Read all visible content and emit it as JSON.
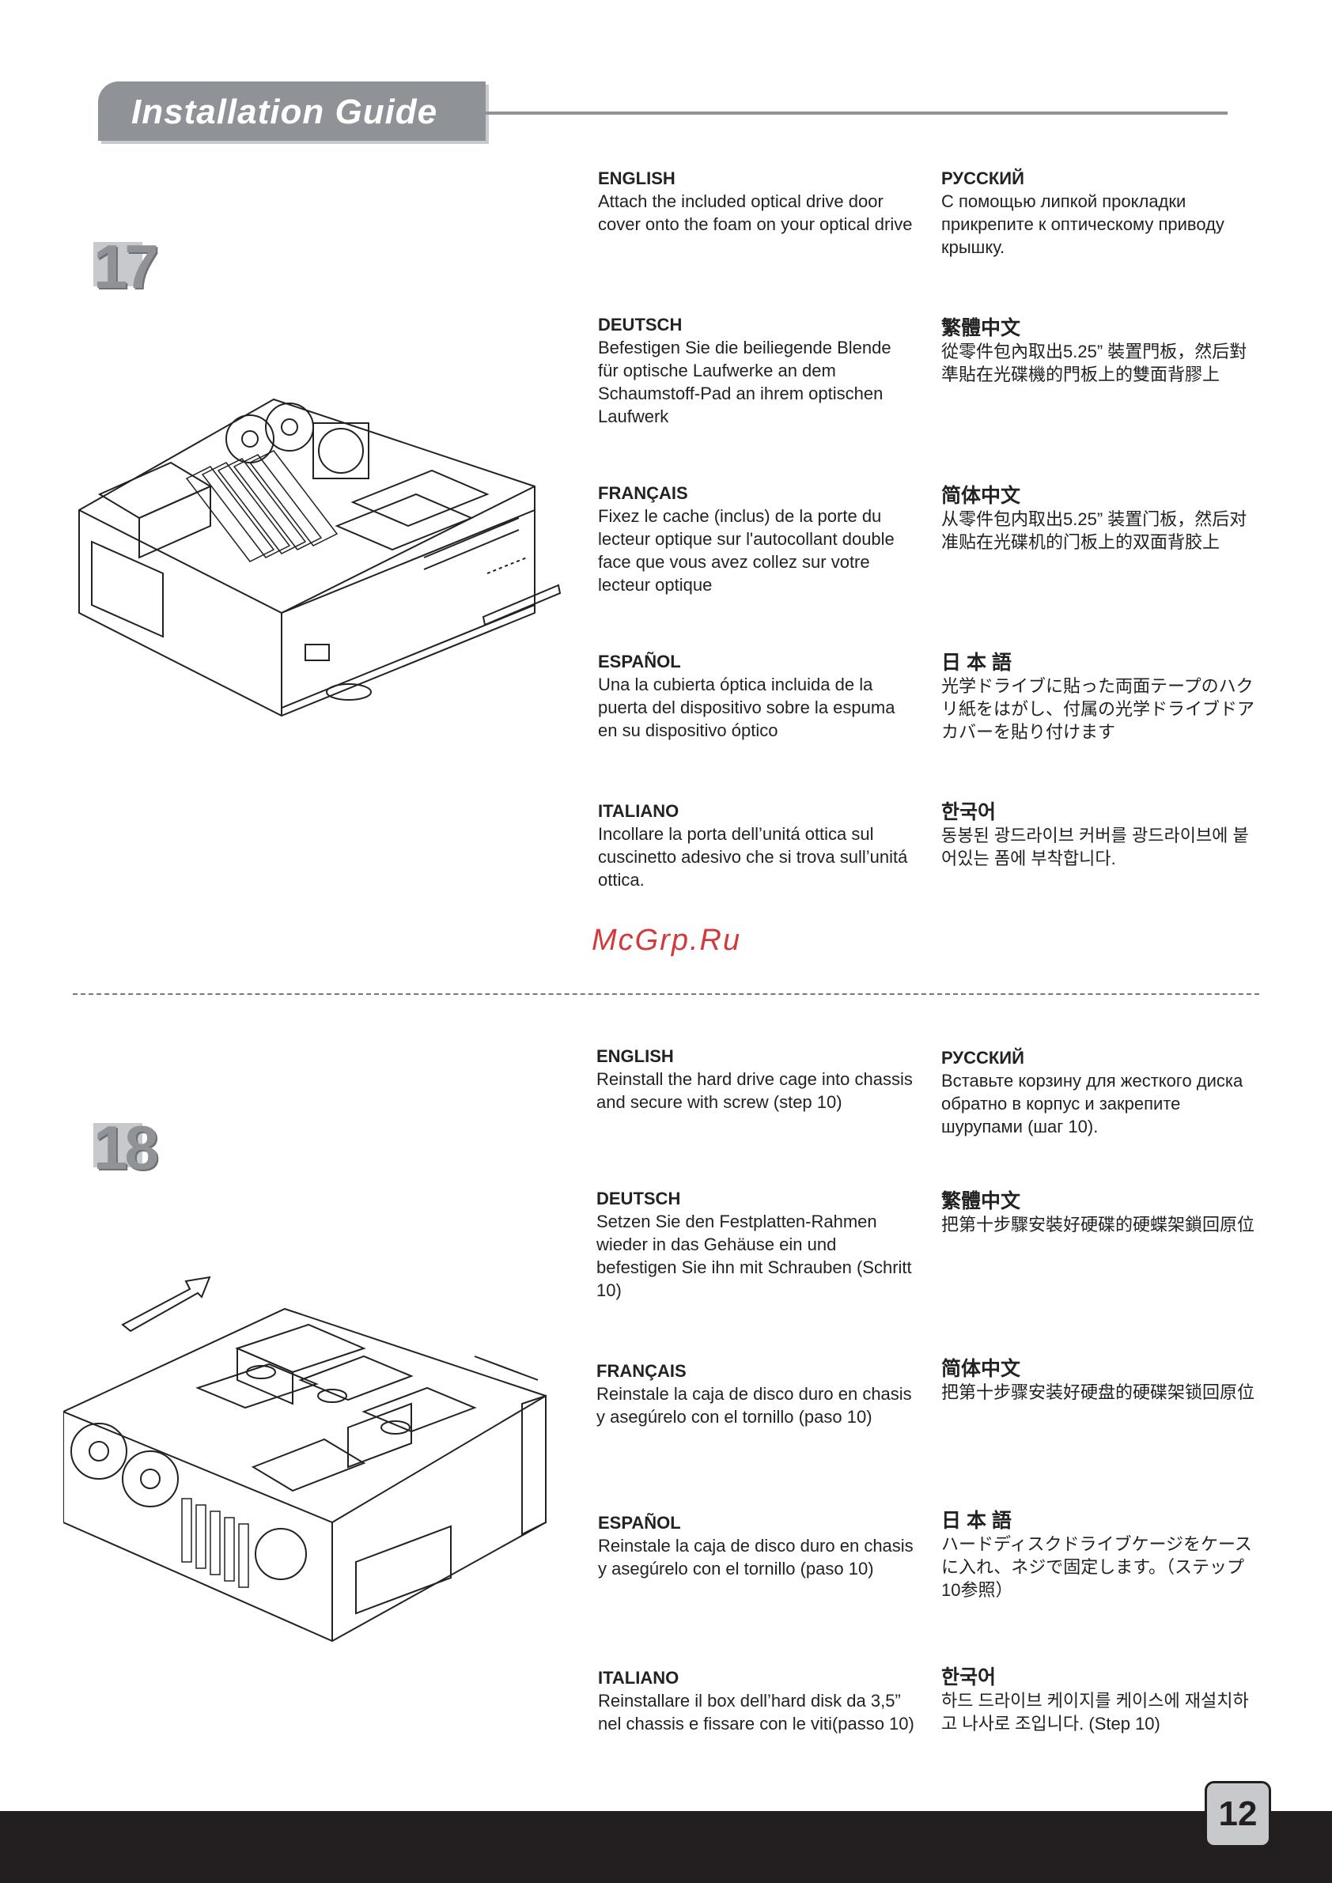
{
  "header": {
    "title": "Installation Guide"
  },
  "watermark": "McGrp.Ru",
  "page_number": "12",
  "steps": [
    {
      "number": "17",
      "blocks": [
        {
          "lang": "ENGLISH",
          "text": "Attach the included optical drive door cover onto the foam on your optical drive"
        },
        {
          "lang": "РУССКИЙ",
          "text": "С помощью липкой прокладки прикрепите к оптическому приводу крышку."
        },
        {
          "lang": "DEUTSCH",
          "text": "Befestigen Sie die beiliegende Blende für optische Laufwerke an dem Schaumstoff-Pad an ihrem optischen Laufwerk"
        },
        {
          "lang": "繁體中文",
          "text": "從零件包內取出5.25” 裝置門板，然后對準貼在光碟機的門板上的雙面背膠上"
        },
        {
          "lang": "FRANÇAIS",
          "text": "Fixez le cache (inclus) de la porte du lecteur optique sur l'autocollant double face que vous avez collez sur votre lecteur optique"
        },
        {
          "lang": "简体中文",
          "text": "从零件包内取出5.25” 装置门板，然后对准贴在光碟机的门板上的双面背胶上"
        },
        {
          "lang": "ESPAÑOL",
          "text": "Una la cubierta óptica incluida de la puerta del dispositivo sobre la espuma en su dispositivo óptico"
        },
        {
          "lang": "日 本 語",
          "text": "光学ドライブに貼った両面テープのハクリ紙をはがし、付属の光学ドライブドアカバーを貼り付けます"
        },
        {
          "lang": "ITALIANO",
          "text": "Incollare la porta dell’unitá ottica sul cuscinetto adesivo che si trova sull’unitá ottica."
        },
        {
          "lang": "한국어",
          "text": "동봉된 광드라이브 커버를 광드라이브에 붙어있는 폼에 부착합니다."
        }
      ]
    },
    {
      "number": "18",
      "blocks": [
        {
          "lang": "ENGLISH",
          "text": "Reinstall the hard drive cage into chassis and secure with screw (step 10)"
        },
        {
          "lang": "РУССКИЙ",
          "text": "Вставьте корзину для жесткого диска обратно в корпус и закрепите шурупами (шаг 10)."
        },
        {
          "lang": "DEUTSCH",
          "text": "Setzen Sie den Festplatten-Rahmen wieder in das Gehäuse ein und befestigen Sie ihn mit Schrauben (Schritt 10)"
        },
        {
          "lang": "繁體中文",
          "text": "把第十步驟安裝好硬碟的硬蝶架鎖回原位"
        },
        {
          "lang": "FRANÇAIS",
          "text": "Reinstale la caja de disco duro en chasis y asegúrelo con el tornillo (paso 10)"
        },
        {
          "lang": "简体中文",
          "text": "把第十步骤安装好硬盘的硬碟架锁回原位"
        },
        {
          "lang": "ESPAÑOL",
          "text": "Reinstale la caja de disco duro en chasis y asegúrelo con el tornillo (paso 10)"
        },
        {
          "lang": "日 本 語",
          "text": "ハードディスクドライブケージをケースに入れ、ネジで固定します。（ステップ10参照）"
        },
        {
          "lang": "ITALIANO",
          "text": "Reinstallare il box dell’hard disk da 3,5” nel chassis e fissare con le viti(passo 10)"
        },
        {
          "lang": "한국어",
          "text": "하드 드라이브 케이지를 케이스에 재설치하고 나사로 조입니다. (Step 10)"
        }
      ]
    }
  ]
}
